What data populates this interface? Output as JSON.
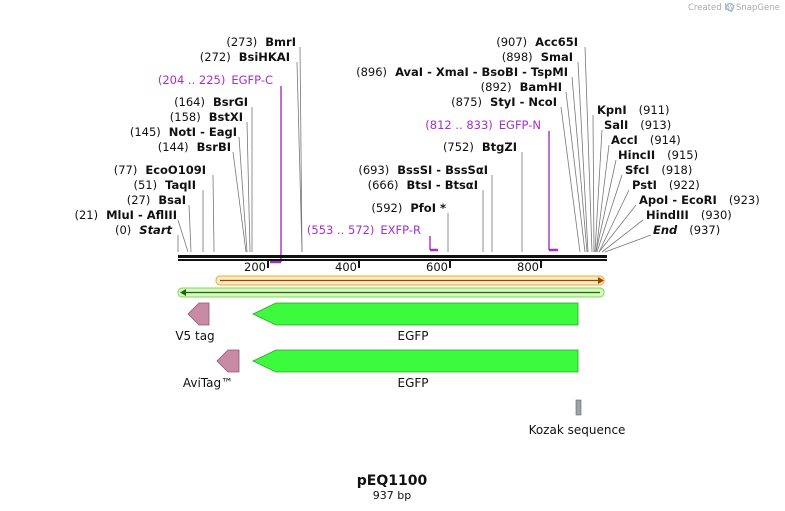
{
  "credit": {
    "text": "Created by",
    "brand": "SnapGene"
  },
  "plasmid": {
    "name": "pEQ1100",
    "length_label": "937 bp",
    "length": 937
  },
  "axis": {
    "ticks": [
      200,
      400,
      600,
      800
    ]
  },
  "sites_left": [
    {
      "pos": "(273)",
      "name": "BmrI"
    },
    {
      "pos": "(272)",
      "name": "BsiHKAI"
    },
    {
      "pos": "(164)",
      "name": "BsrGI"
    },
    {
      "pos": "(158)",
      "name": "BstXI"
    },
    {
      "pos": "(145)",
      "name": "NotI  - EagI"
    },
    {
      "pos": "(144)",
      "name": "BsrBI"
    },
    {
      "pos": "(77)",
      "name": "EcoO109I"
    },
    {
      "pos": "(51)",
      "name": "TaqII"
    },
    {
      "pos": "(27)",
      "name": "BsaI"
    },
    {
      "pos": "(21)",
      "name": "MluI  - AflIII"
    },
    {
      "pos": "(0)",
      "name": "Start"
    }
  ],
  "sites_middle": [
    {
      "pos": "(907)",
      "name": "Acc65I"
    },
    {
      "pos": "(898)",
      "name": "SmaI"
    },
    {
      "pos": "(896)",
      "name": "AvaI  - XmaI  - BsoBI  - TspMI"
    },
    {
      "pos": "(892)",
      "name": "BamHI"
    },
    {
      "pos": "(875)",
      "name": "StyI  - NcoI"
    },
    {
      "pos": "(752)",
      "name": "BtgZI"
    },
    {
      "pos": "(693)",
      "name": "BssSI  - BssSαI"
    },
    {
      "pos": "(666)",
      "name": "BtsI  - BtsαI"
    },
    {
      "pos": "(592)",
      "name": "PfoI *"
    }
  ],
  "sites_right": [
    {
      "name": "KpnI",
      "pos": "(911)"
    },
    {
      "name": "SalI",
      "pos": "(913)"
    },
    {
      "name": "AccI",
      "pos": "(914)"
    },
    {
      "name": "HincII",
      "pos": "(915)"
    },
    {
      "name": "SfcI",
      "pos": "(918)"
    },
    {
      "name": "PstI",
      "pos": "(922)"
    },
    {
      "name": "ApoI  - EcoRI",
      "pos": "(923)"
    },
    {
      "name": "HindIII",
      "pos": "(930)"
    },
    {
      "name": "End",
      "pos": "(937)"
    }
  ],
  "primers": [
    {
      "range": "(204 .. 225)",
      "name": "EGFP-C"
    },
    {
      "range": "(812 .. 833)",
      "name": "EGFP-N"
    },
    {
      "range": "(553 .. 572)",
      "name": "EXFP-R"
    }
  ],
  "features": [
    {
      "name": "V5 tag",
      "color": "#c98aa6"
    },
    {
      "name": "EGFP",
      "color": "#3cfb3c"
    },
    {
      "name": "AviTag™",
      "color": "#c98aa6"
    },
    {
      "name": "EGFP",
      "color": "#3cfb3c"
    },
    {
      "name": "Kozak sequence",
      "color": "#9aa2aa"
    }
  ],
  "colors": {
    "origin_bar": "#f5a623",
    "green_bar": "#76e04b",
    "primer": "#a52fc8"
  }
}
